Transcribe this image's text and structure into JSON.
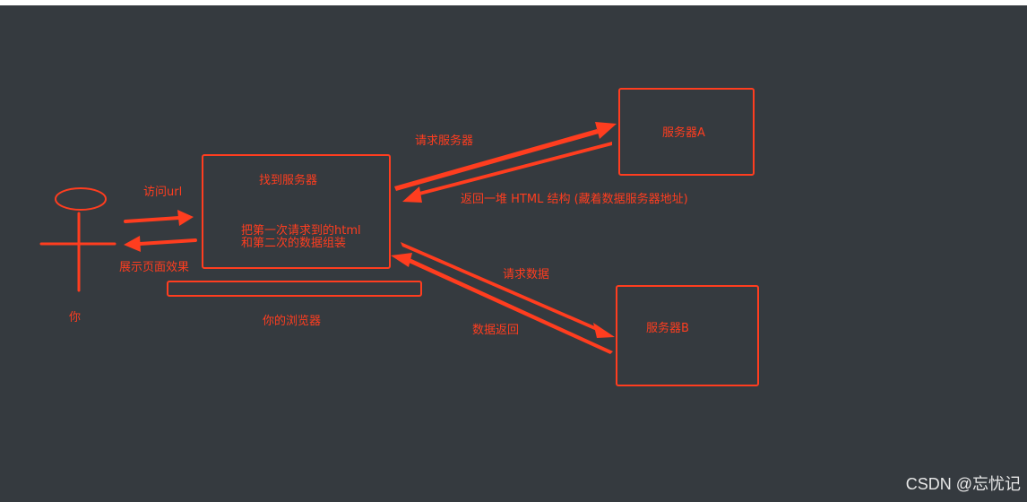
{
  "colors": {
    "background": "#353a3f",
    "accent": "#ff3d1f",
    "watermark": "#e8e8e8",
    "page": "#ffffff"
  },
  "labels": {
    "user": "你",
    "visit_url": "访问url",
    "show_page": "展示页面效果",
    "find_server": "找到服务器",
    "merge_line1": "把第一次请求到的html",
    "merge_line2": "和第二次的数据组装",
    "browser": "你的浏览器",
    "request_server": "请求服务器",
    "server_a": "服务器A",
    "return_html": "返回一堆 HTML 结构 (藏着数据服务器地址)",
    "request_data": "请求数据",
    "data_return": "数据返回",
    "server_b": "服务器B"
  },
  "watermark": "CSDN @忘忧记"
}
